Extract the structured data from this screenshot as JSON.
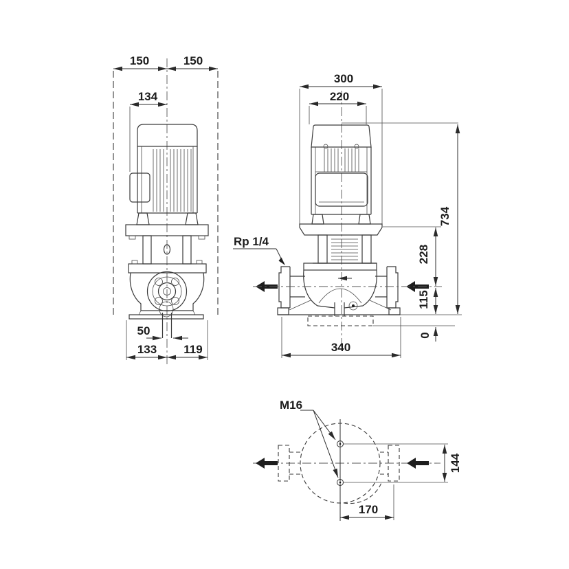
{
  "drawing": {
    "front_view": {
      "dim_span_left": "150",
      "dim_span_right": "150",
      "dim_motor_width": "134",
      "dim_drain": "50",
      "dim_base_left": "133",
      "dim_base_right": "119"
    },
    "side_view": {
      "dim_width": "300",
      "dim_motor_width": "220",
      "label_gauge_port": "Rp 1/4",
      "dim_height_total": "734",
      "dim_flange_to_port": "228",
      "dim_port_height": "115",
      "dim_baseline": "0",
      "dim_base_length": "340"
    },
    "plan_view": {
      "label_bolts": "M16",
      "dim_bolt_spacing_vertical": "144",
      "dim_bolt_spacing_horizontal": "170"
    }
  }
}
